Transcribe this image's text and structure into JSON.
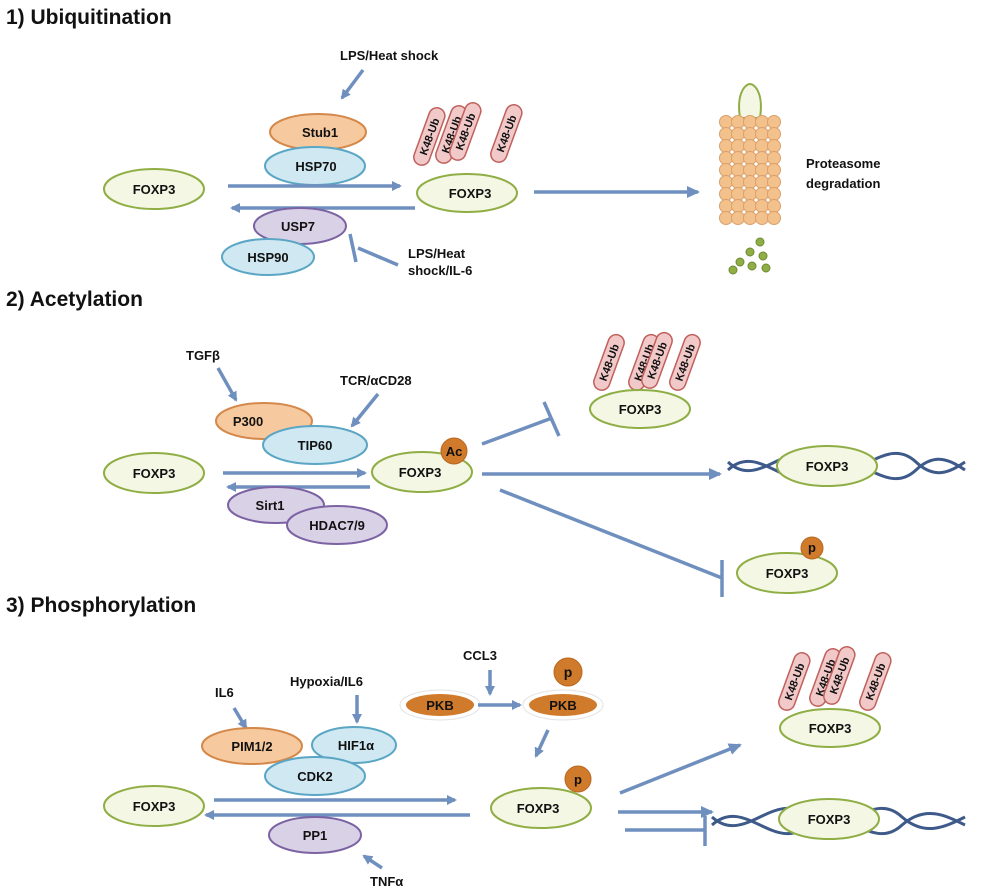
{
  "colors": {
    "green_fill": "#f4f7e3",
    "green_stroke": "#8fae45",
    "orange_fill": "#f6c99f",
    "orange_stroke": "#d4884a",
    "blue_fill": "#cfe8f2",
    "blue_stroke": "#5aa6c4",
    "purple_fill": "#d9d1e6",
    "purple_stroke": "#7b62a3",
    "arrow": "#6f8fbf",
    "phos": "#d07a2c",
    "ub_fill": "#f2c9c9",
    "ub_stroke": "#c0605c",
    "dna": "#3e5a8a",
    "proteasome": "#f3c18c"
  },
  "sections": {
    "ubiquitination": {
      "title": "1) Ubiquitination",
      "foxp3_left": "FOXP3",
      "foxp3_right": "FOXP3",
      "stimulus_top": "LPS/Heat shock",
      "stub1": "Stub1",
      "hsp70": "HSP70",
      "usp7": "USP7",
      "hsp90": "HSP90",
      "inhibitor_line1": "LPS/Heat",
      "inhibitor_line2": "shock/IL-6",
      "ub_tags": [
        "K48-Ub",
        "K48-Ub",
        "K48-Ub",
        "K48-Ub"
      ],
      "proteasome_line1": "Proteasome",
      "proteasome_line2": "degradation"
    },
    "acetylation": {
      "title": "2) Acetylation",
      "foxp3_left": "FOXP3",
      "foxp3_center": "FOXP3",
      "ac_label": "Ac",
      "tgfb": "TGFβ",
      "tcr": "TCR/αCD28",
      "p300": "P300",
      "tip60": "TIP60",
      "sirt1": "Sirt1",
      "hdac": "HDAC7/9",
      "ub_tags": [
        "K48-Ub",
        "K48-Ub",
        "K48-Ub",
        "K48-Ub"
      ],
      "foxp3_ub": "FOXP3",
      "foxp3_dna": "FOXP3",
      "foxp3_p": "FOXP3",
      "p_label": "p"
    },
    "phosphorylation": {
      "title": "3) Phosphorylation",
      "foxp3_left": "FOXP3",
      "foxp3_center": "FOXP3",
      "il6": "IL6",
      "hypoxia": "Hypoxia/IL6",
      "ccl3": "CCL3",
      "pim": "PIM1/2",
      "hif": "HIF1α",
      "cdk2": "CDK2",
      "pp1": "PP1",
      "tnfa": "TNFα",
      "pkb_left": "PKB",
      "pkb_right": "PKB",
      "p_pkb": "p",
      "p_foxp3": "p",
      "ub_tags": [
        "K48-Ub",
        "K48-Ub",
        "K48-Ub",
        "K48-Ub"
      ],
      "foxp3_ub": "FOXP3",
      "foxp3_dna": "FOXP3"
    }
  }
}
